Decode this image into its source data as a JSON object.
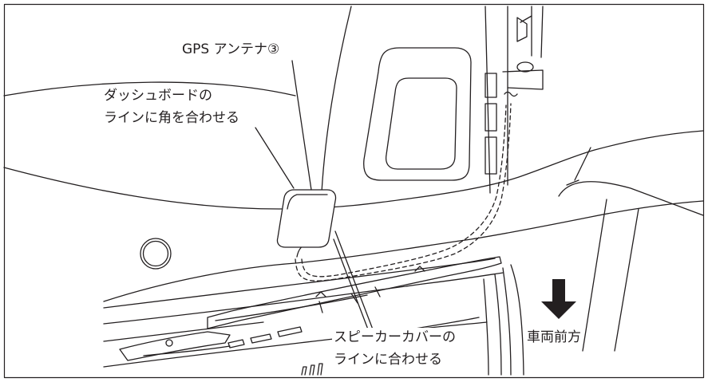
{
  "labels": {
    "gps_antenna": "GPS アンテナ③",
    "dashboard_line1": "ダッシュボードの",
    "dashboard_line2": "ラインに角を合わせる",
    "speaker_line1": "スピーカーカバーの",
    "speaker_line2": "ラインに合わせる",
    "vehicle_front": "車両前方"
  },
  "colors": {
    "line": "#231f20",
    "arrow": "#231f20",
    "background": "#ffffff"
  }
}
